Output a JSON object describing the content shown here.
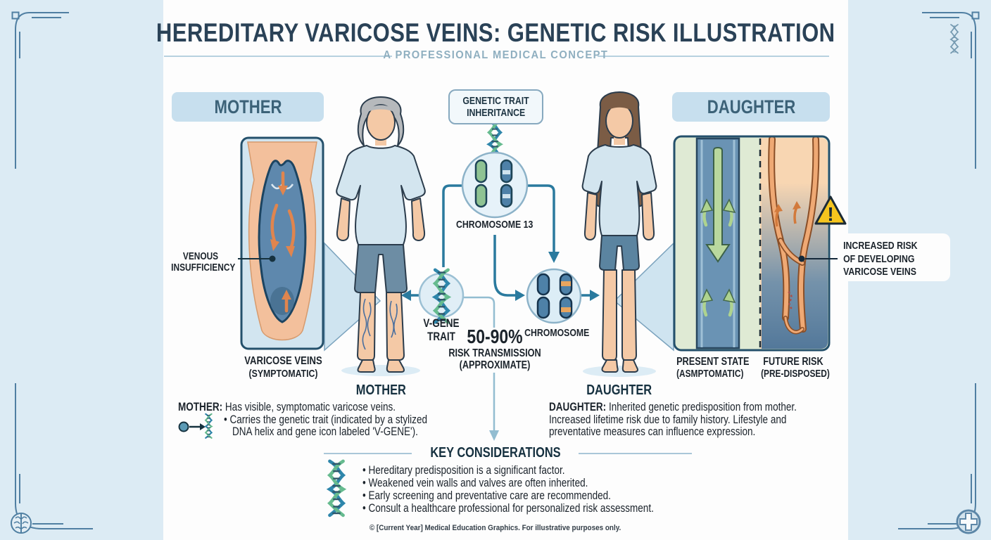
{
  "header": {
    "title": "HEREDITARY VARICOSE VEINS: GENETIC RISK ILLUSTRATION",
    "subtitle": "A PROFESSIONAL MEDICAL CONCEPT"
  },
  "boxes": {
    "mother": "MOTHER",
    "inheritance_line1": "GENETIC TRAIT",
    "inheritance_line2": "INHERITANCE",
    "daughter": "DAUGHTER"
  },
  "center": {
    "chromosome13": "CHROMOSOME 13",
    "vgene_line1": "V-GENE",
    "vgene_line2": "TRAIT",
    "risk_value": "50-90%",
    "risk_line1": "RISK TRANSMISSION",
    "risk_line2": "(APPROXIMATE)",
    "chromosome": "CHROMOSOME"
  },
  "mother": {
    "callout_line1": "VENOUS",
    "callout_line2": "INSUFFICIENCY",
    "panel_caption_line1": "VARICOSE VEINS",
    "panel_caption_line2": "(SYMPTOMATIC)",
    "heading": "MOTHER",
    "desc_label": "MOTHER:",
    "desc_rest": "Has visible, symptomatic varicose veins.",
    "desc_line2": "• Carries the genetic trait (indicated by a stylized",
    "desc_line3": "DNA helix and gene icon labeled 'V-GENE')."
  },
  "daughter": {
    "heading": "DAUGHTER",
    "desc_label": "DAUGHTER:",
    "desc_rest": "Inherited genetic predisposition from mother.",
    "desc_line2": "Increased lifetime risk due to family history. Lifestyle and",
    "desc_line3": "preventative measures can influence expression.",
    "present_line1": "PRESENT STATE",
    "present_line2": "(ASMPTOMATIC)",
    "future_line1": "FUTURE RISK",
    "future_line2": "(PRE-DISPOSED)",
    "risk_label_line1": "INCREASED RISK",
    "risk_label_line2": "OF DEVELOPING",
    "risk_label_line3": "VARICOSE VEINS",
    "warning": "!"
  },
  "key_considerations": {
    "heading": "KEY CONSIDERATIONS",
    "bullets": [
      "• Hereditary predisposition is a significant factor.",
      "• Weakened vein walls and valves are often inherited.",
      "• Early screening and preventative care are recommended.",
      "• Consult a healthcare professional for personalized risk assessment."
    ]
  },
  "footer": "© [Current Year] Medical Education Graphics. For illustrative purposes only.",
  "colors": {
    "accent_teal": "#2a7a9e",
    "light_connector": "#93bdd1",
    "side_panel_blue": "#dcebf4",
    "label_box_blue": "#c7dfee",
    "heading_dark": "#2a4257",
    "warning_yellow": "#f6c51e",
    "vein_blue": "#5e88ad",
    "skin": "#f3c5a1",
    "helix_green": "#66bb8f",
    "helix_blue": "#2e86ab"
  }
}
